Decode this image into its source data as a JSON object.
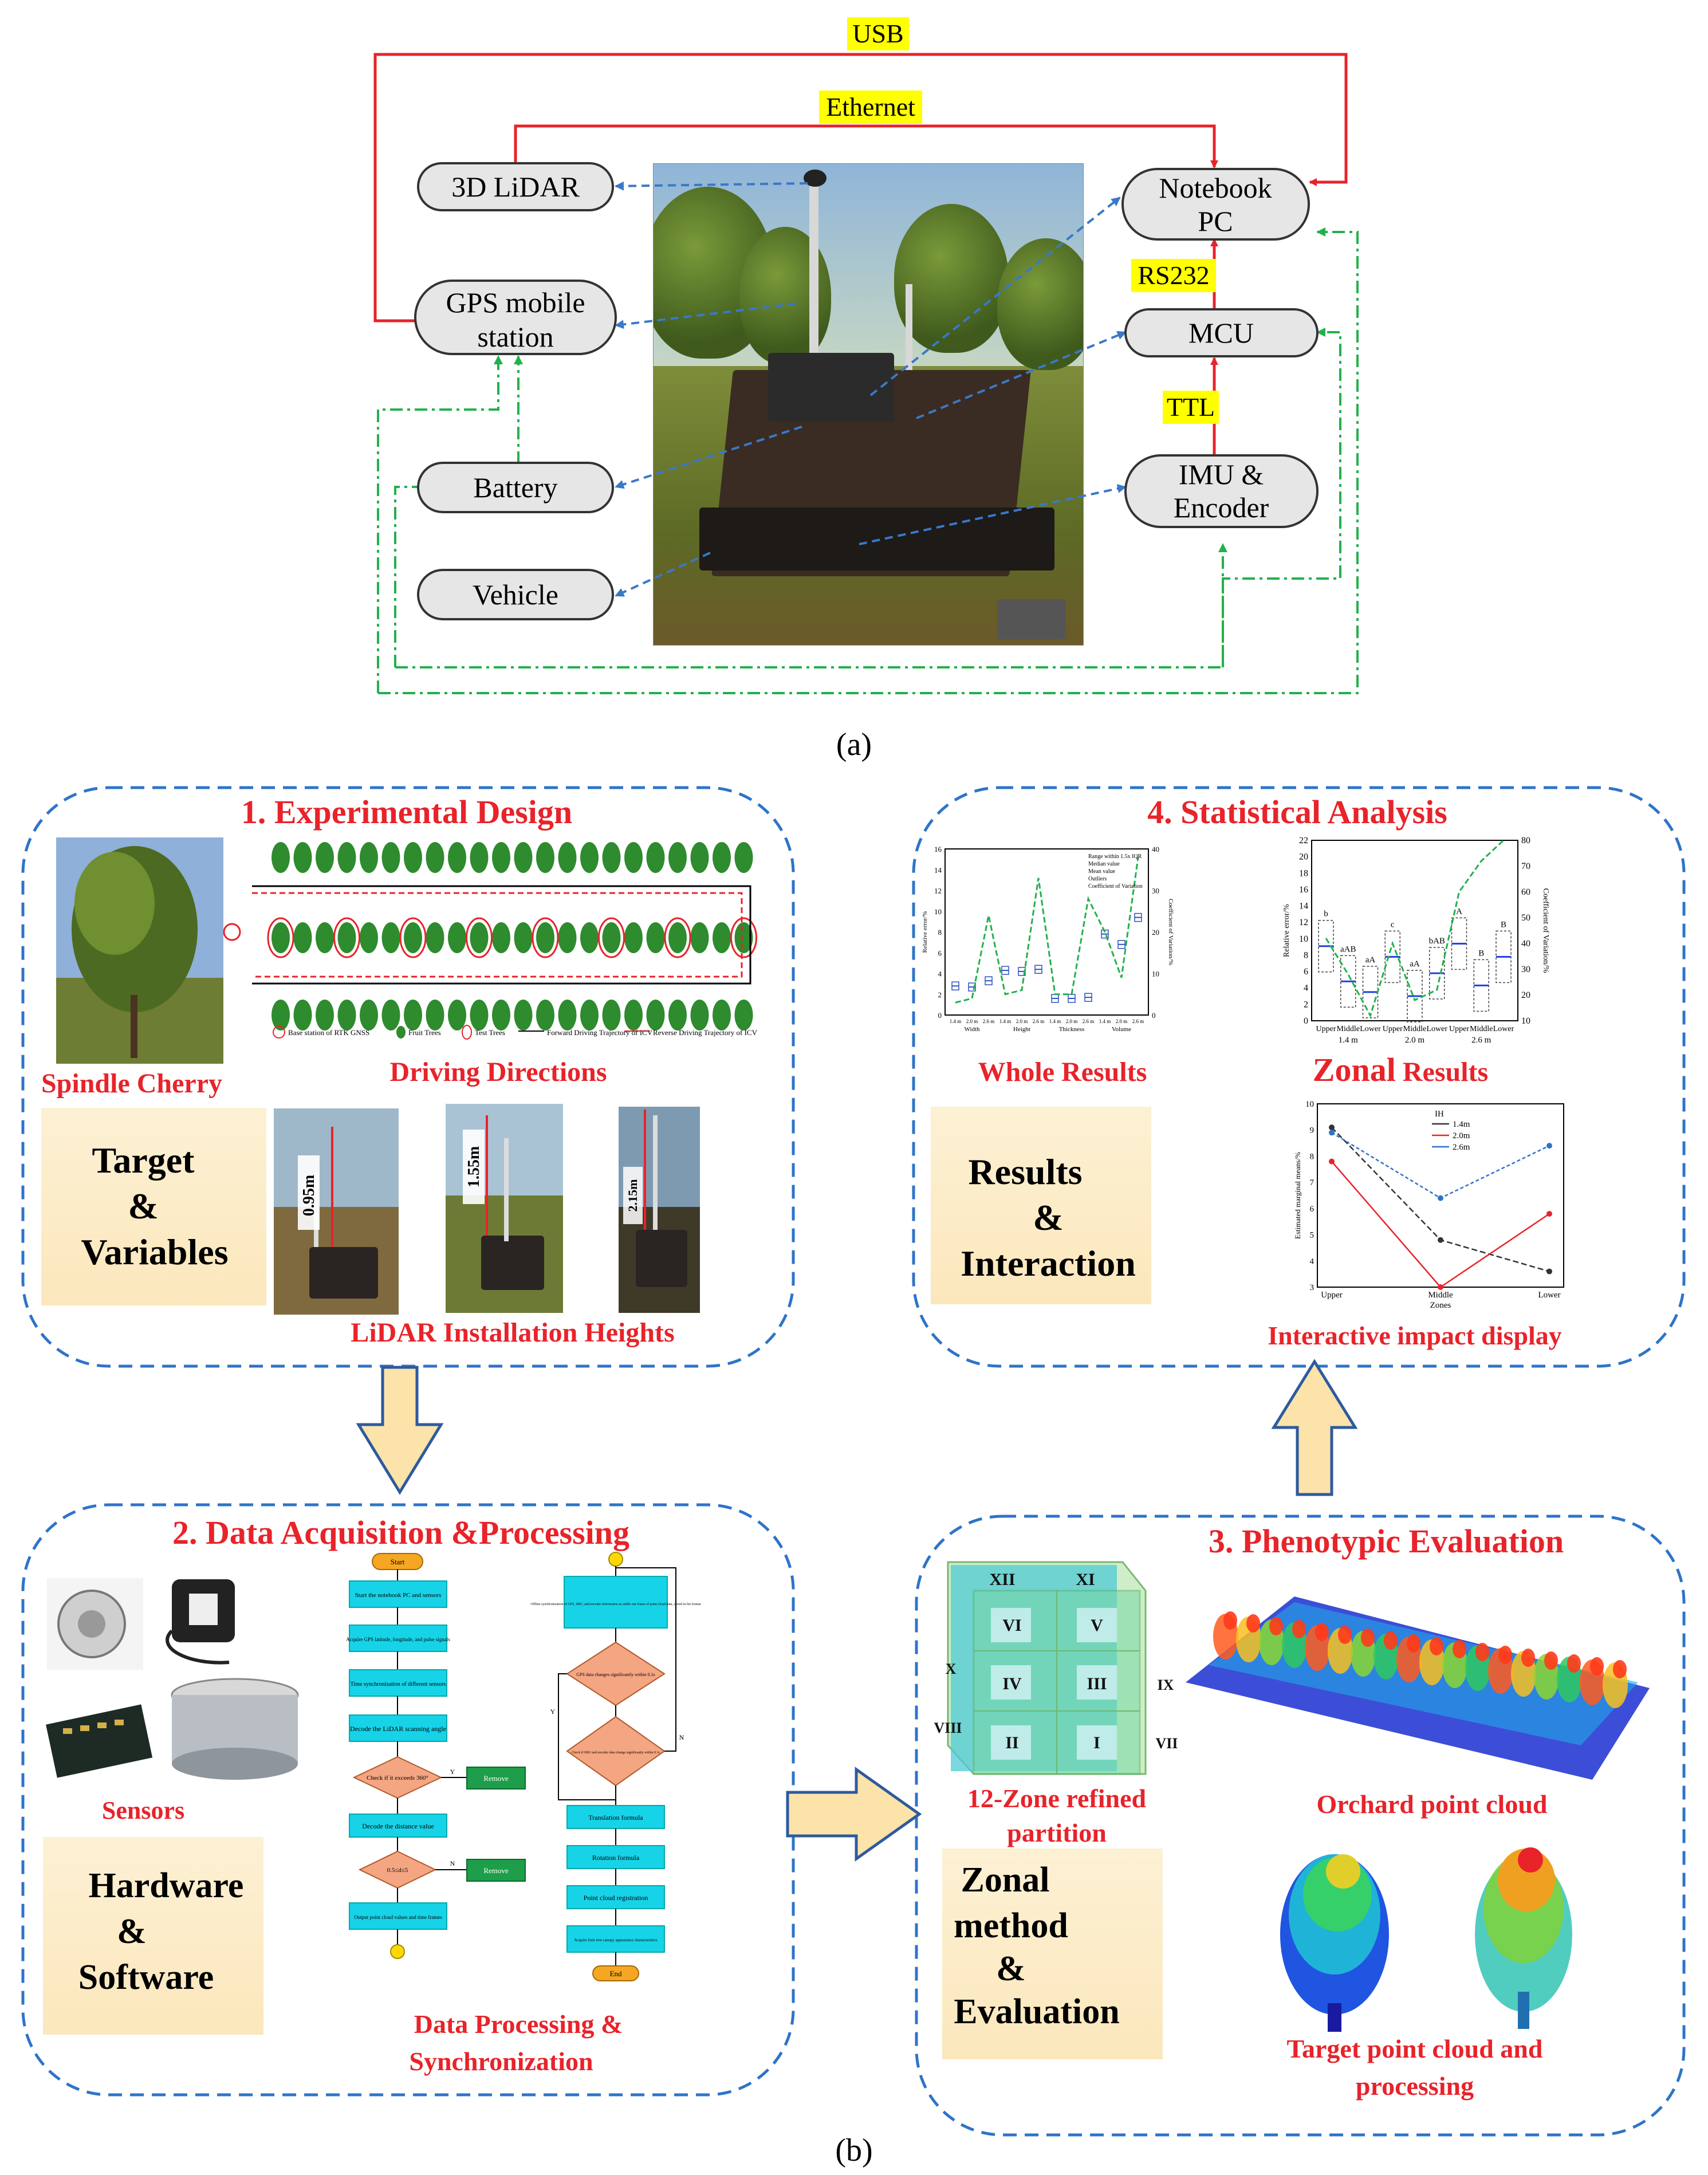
{
  "panel_a": {
    "caption": "(a)",
    "nodes": {
      "lidar": "3D LiDAR",
      "gps_line1": "GPS mobile",
      "gps_line2": "station",
      "battery": "Battery",
      "vehicle": "Vehicle",
      "notebook_line1": "Notebook",
      "notebook_line2": "PC",
      "mcu": "MCU",
      "imu_line1": "IMU &",
      "imu_line2": "Encoder"
    },
    "interfaces": {
      "usb": "USB",
      "ethernet": "Ethernet",
      "rs232": "RS232",
      "ttl": "TTL"
    },
    "colors": {
      "data_link": "#e8232a",
      "power_link": "#22b14c",
      "pointer": "#3a78c8",
      "highlight": "#ffff00"
    }
  },
  "panel_b": {
    "caption": "(b)",
    "section1": {
      "title": "1. Experimental Design",
      "label_cherry": "Spindle Cherry",
      "label_driving": "Driving Directions",
      "label_heights": "LiDAR Installation Heights",
      "box_line1": "Target",
      "box_line2": "&",
      "box_line3": "Variables",
      "heights": [
        "0.95m",
        "1.55m",
        "2.15m"
      ],
      "legend": [
        "Base station of RTK GNSS",
        "Fruit Trees",
        "Test Trees",
        "Forward Driving Trajectory of ICV",
        "Reverse Driving Trajectory of ICV"
      ]
    },
    "section2": {
      "title": "2.  Data Acquisition &Processing",
      "label_sensors": "Sensors",
      "label_processing_line1": "Data Processing &",
      "label_processing_line2": "Synchronization",
      "box_line1": "Hardware",
      "box_line2": "&",
      "box_line3": "Software",
      "flow_left": {
        "start": "Start",
        "steps": [
          "Start the notebook PC and sensors",
          "Acquire GPS latitude, longitude, and pulse signals",
          "Time synchronization of different sensors",
          "Decode the LiDAR scanning angle",
          "Check if it exceeds 360°",
          "Decode the distance value",
          "0.5≤d≤5",
          "Output point cloud values and time frames"
        ],
        "remove": "Remove",
        "yes": "Y",
        "no": "N"
      },
      "flow_right": {
        "steps": [
          "Offline synchronization of GPS, IMU, and encoder information as stable one frame of point cloud data, stored in list format",
          "GPS data changes significantly within 0.1s",
          "Check if IMU and encoder data change significantly within 0.1s",
          "Translation formula",
          "Rotation formula",
          "Point cloud registration",
          "Acquire fruit tree canopy appearance characteristics"
        ],
        "end": "End",
        "yes": "Y",
        "no": "N"
      }
    },
    "section3": {
      "title": "3. Phenotypic Evaluation",
      "zones": [
        "XII",
        "XI",
        "VI",
        "V",
        "X",
        "IV",
        "III",
        "IX",
        "VIII",
        "II",
        "I",
        "VII"
      ],
      "label_partition_line1": "12-Zone refined",
      "label_partition_line2": "partition",
      "label_orchard": "Orchard point cloud",
      "label_target_line1": "Target point cloud and",
      "label_target_line2": "processing",
      "box_line1": "Zonal",
      "box_line2": "method",
      "box_line3": "&",
      "box_line4": "Evaluation"
    },
    "section4": {
      "title": "4. Statistical Analysis",
      "label_whole": "Whole Results",
      "label_zonal_big": "Zonal",
      "label_zonal_small": " Results",
      "label_interactive": "Interactive impact display",
      "box_line1": "Results",
      "box_line2": "&",
      "box_line3": "Interaction"
    }
  },
  "chart_data": [
    {
      "type": "box",
      "title": "",
      "categories": [
        "1.4 m",
        "2.0 m",
        "2.6 m",
        "1.4 m",
        "2.0 m",
        "2.6 m",
        "1.4 m",
        "2.0 m",
        "2.6 m",
        "1.4 m",
        "2.0 m",
        "2.6 m"
      ],
      "groups": [
        "Width",
        "Height",
        "Thickness",
        "Volume"
      ],
      "ylabel": "Relative error/%",
      "y2label": "Coefficient of Variation/%",
      "ylim": [
        0,
        16
      ],
      "y2lim": [
        0,
        40
      ],
      "legend": [
        "Range within 1.5x IQR",
        "Median value",
        "Mean value",
        "Outliers",
        "Coefficient of Variation"
      ],
      "series": [
        {
          "name": "Mean value",
          "values": [
            2.8,
            2.7,
            3.3,
            4.3,
            4.2,
            4.4,
            1.6,
            1.6,
            1.7,
            7.8,
            6.8,
            9.4
          ]
        },
        {
          "name": "Coefficient of Variation",
          "values": [
            3,
            4,
            24,
            5,
            6,
            33,
            5,
            5,
            28,
            20,
            9,
            38
          ]
        }
      ]
    },
    {
      "type": "box",
      "title": "",
      "categories": [
        "Upper",
        "Middle",
        "Lower",
        "Upper",
        "Middle",
        "Lower",
        "Upper",
        "Middle",
        "Lower"
      ],
      "groups": [
        "1.4 m",
        "2.0 m",
        "2.6 m"
      ],
      "ylabel": "Relative error/%",
      "y2label": "Coefficient of Variation/%",
      "ylim": [
        0,
        22
      ],
      "y2lim": [
        10,
        80
      ],
      "letters": [
        "b",
        "aAB",
        "aA",
        "c",
        "aA",
        "bAB",
        "A",
        "B",
        "B"
      ],
      "series": [
        {
          "name": "Mean value",
          "values": [
            9.1,
            4.8,
            3.5,
            7.8,
            3.0,
            5.8,
            9.4,
            4.3,
            7.8
          ]
        },
        {
          "name": "Coefficient of Variation",
          "values": [
            42,
            28,
            12,
            40,
            18,
            22,
            60,
            72,
            80
          ]
        }
      ]
    },
    {
      "type": "line",
      "title": "",
      "categories": [
        "Upper",
        "Middle",
        "Lower"
      ],
      "xlabel": "Zones",
      "ylabel": "Estimated marginal means/%",
      "ylim": [
        3,
        10
      ],
      "legend_title": "IH",
      "series": [
        {
          "name": "1.4m",
          "values": [
            9.1,
            4.8,
            3.6
          ]
        },
        {
          "name": "2.0m",
          "values": [
            7.8,
            3.0,
            5.8
          ]
        },
        {
          "name": "2.6m",
          "values": [
            8.9,
            6.4,
            8.4
          ]
        }
      ]
    }
  ]
}
